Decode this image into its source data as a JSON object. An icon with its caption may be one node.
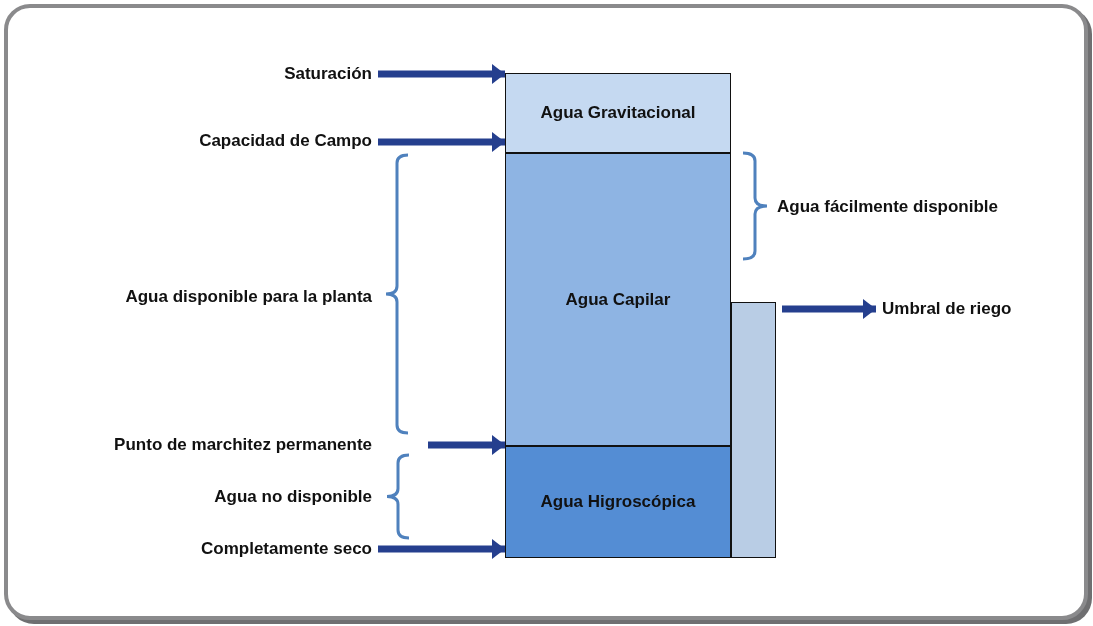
{
  "diagram": {
    "nodes": [
      {
        "text": [
          "Saturación"
        ]
      },
      {
        "text": [
          "Capacidad de Campo"
        ]
      },
      {
        "text": [
          "Agua Gravitacional"
        ]
      },
      {
        "text": [
          "Agua Capilar"
        ]
      },
      {
        "text": [
          "Agua Higroscópica"
        ]
      },
      {
        "text": [],
        "shape": "bar"
      },
      {
        "text": [
          "Umbral de riego"
        ]
      },
      {
        "text": [
          "Punto de marchitez permanente"
        ]
      },
      {
        "text": [
          "Completamente seco"
        ]
      }
    ],
    "edges": [
      {
        "from": 0,
        "to": 2,
        "arrow": "to"
      },
      {
        "from": 1,
        "to": 2,
        "arrow": "to"
      },
      {
        "from": 5,
        "to": 6,
        "arrow": "to"
      },
      {
        "from": 7,
        "to": 4,
        "arrow": "to"
      },
      {
        "from": 8,
        "to": 4,
        "arrow": "to"
      }
    ],
    "labels": [
      "Agua fácilmente disponible",
      "Agua disponible para la planta",
      "Agua no disponible"
    ]
  }
}
